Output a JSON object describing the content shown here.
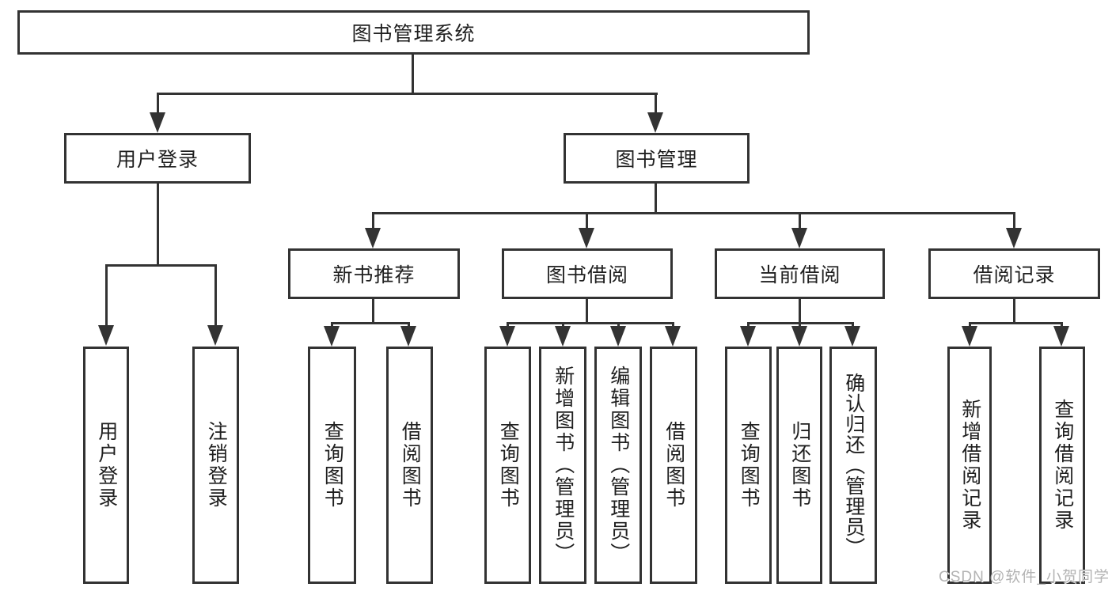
{
  "diagram_title": "图书管理系统",
  "tree": {
    "label": "图书管理系统",
    "children": [
      {
        "label": "用户登录",
        "children": [
          {
            "label": "用户登录"
          },
          {
            "label": "注销登录"
          }
        ]
      },
      {
        "label": "图书管理",
        "children": [
          {
            "label": "新书推荐",
            "children": [
              {
                "label": "查询图书"
              },
              {
                "label": "借阅图书"
              }
            ]
          },
          {
            "label": "图书借阅",
            "children": [
              {
                "label": "查询图书"
              },
              {
                "label": "新增图书（管理员）"
              },
              {
                "label": "编辑图书（管理员）"
              },
              {
                "label": "借阅图书"
              }
            ]
          },
          {
            "label": "当前借阅",
            "children": [
              {
                "label": "查询图书"
              },
              {
                "label": "归还图书"
              },
              {
                "label": "确认归还（管理员）"
              }
            ]
          },
          {
            "label": "借阅记录",
            "children": [
              {
                "label": "新增借阅记录"
              },
              {
                "label": "查询借阅记录"
              }
            ]
          }
        ]
      }
    ]
  },
  "watermark": {
    "text": "CSDN @软件_小贺同学"
  },
  "colors": {
    "line": "#333333",
    "box_border": "#333333",
    "text": "#1f1f1f",
    "watermark": "#b3b3b3",
    "background": "#ffffff"
  }
}
